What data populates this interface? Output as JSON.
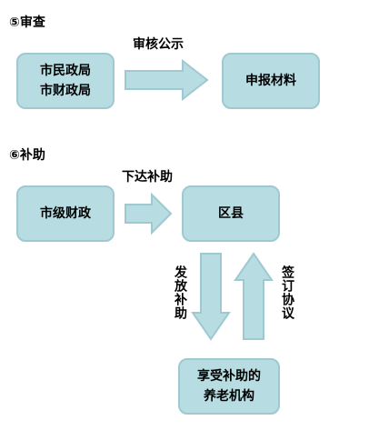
{
  "review": {
    "title": "⑤审查",
    "source_lines": [
      "市民政局",
      "市财政局"
    ],
    "arrow_label": "审核公示",
    "target": "申报材料"
  },
  "subsidy": {
    "title": "⑥补助",
    "source": "市级财政",
    "arrow_label": "下达补助",
    "district": "区县",
    "down_label": "发放补助",
    "up_label": "签订协议",
    "institution_lines": [
      "享受补助的",
      "养老机构"
    ]
  },
  "colors": {
    "box_fill": "#b7dde3",
    "box_border": "#9fc9d0",
    "arrow_fill": "#b7dde3",
    "arrow_stroke": "#9fc9d0"
  }
}
